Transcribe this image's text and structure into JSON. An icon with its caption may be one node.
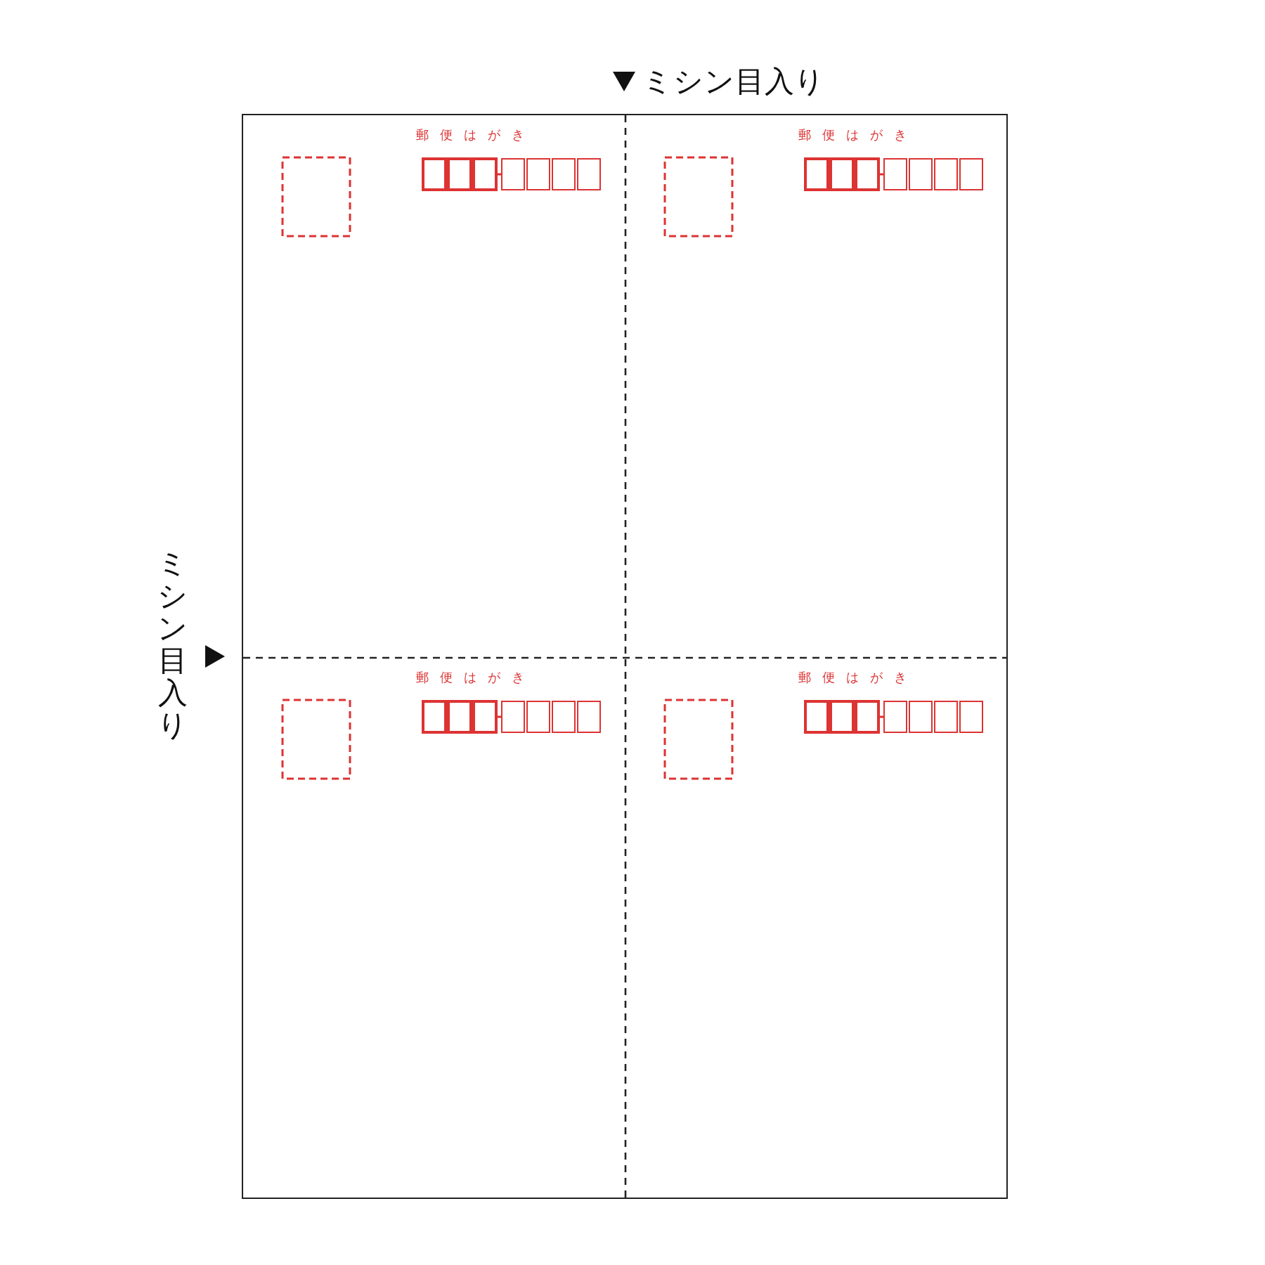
{
  "diagram": {
    "nodes": [
      {
        "text": [
          "郵便はがき"
        ]
      },
      {
        "text": [
          "郵便はがき"
        ]
      },
      {
        "text": [
          "郵便はがき"
        ]
      },
      {
        "text": [
          "郵便はがき"
        ]
      }
    ],
    "labels": [
      "ミシン目入り",
      "ミシン目入り"
    ]
  }
}
